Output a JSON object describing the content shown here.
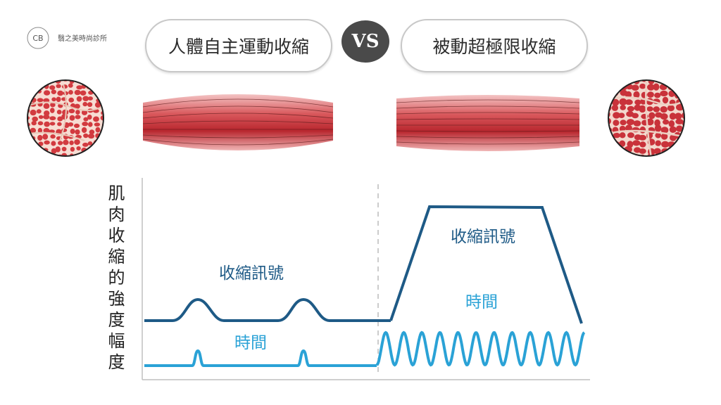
{
  "brand": {
    "name": "翳之美時尚診所",
    "logo_text": "CB"
  },
  "left_title": "人體自主運動收縮",
  "vs_label": "VS",
  "right_title": "被動超極限收縮",
  "y_axis_label": "肌肉收縮的強度幅度",
  "left_panel": {
    "signal_label": "收縮訊號",
    "time_label": "時間"
  },
  "right_panel": {
    "signal_label": "收縮訊號",
    "time_label": "時間"
  },
  "colors": {
    "signal_dark": "#1e5a86",
    "signal_light": "#2aa2d6",
    "muscle": "#c8323a",
    "axis": "#bfbfbf"
  }
}
